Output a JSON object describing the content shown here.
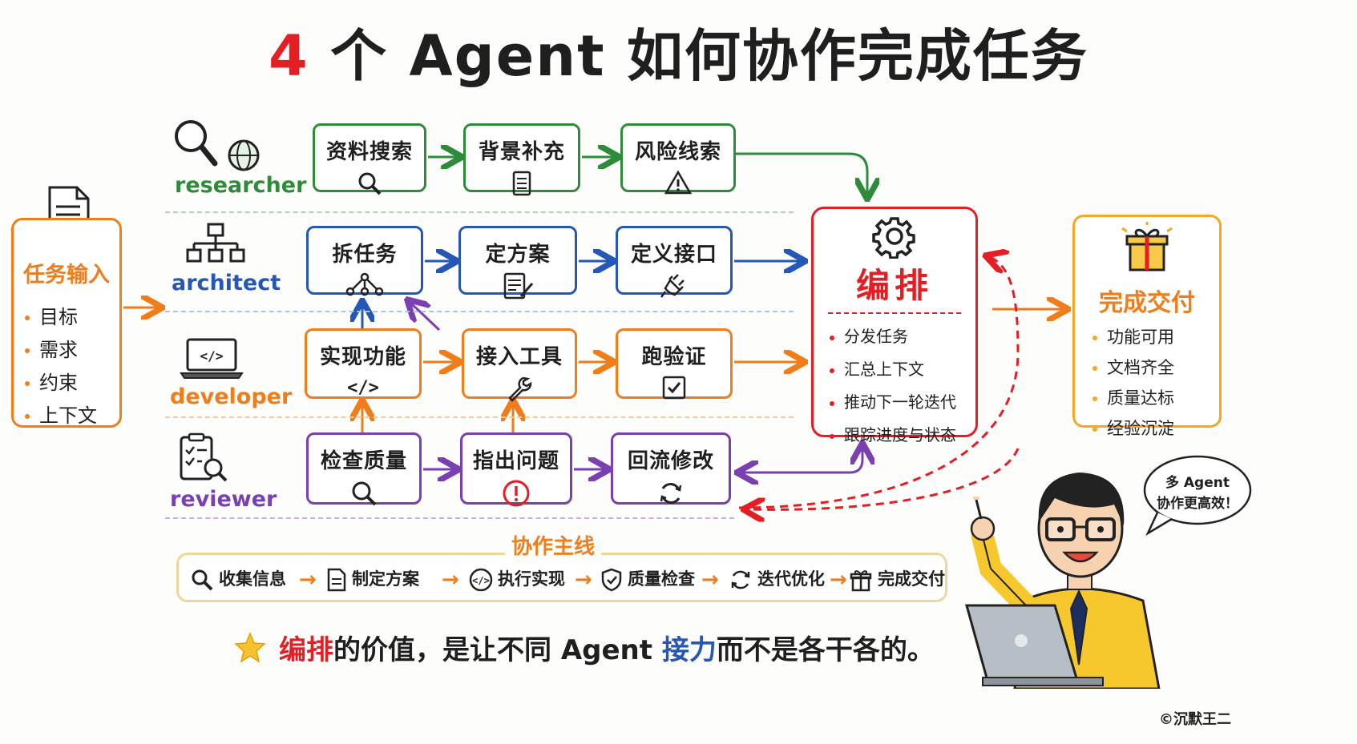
{
  "title": {
    "number": "4",
    "text": "个 Agent 如何协作完成任务"
  },
  "roles": {
    "researcher": "researcher",
    "architect": "architect",
    "developer": "developer",
    "reviewer": "reviewer"
  },
  "input": {
    "title": "任务输入",
    "items": [
      "目标",
      "需求",
      "约束",
      "上下文"
    ]
  },
  "researcher_row": [
    "资料搜索",
    "背景补充",
    "风险线索"
  ],
  "architect_row": [
    "拆任务",
    "定方案",
    "定义接口"
  ],
  "developer_row": [
    "实现功能",
    "接入工具",
    "跑验证"
  ],
  "reviewer_row": [
    "检查质量",
    "指出问题",
    "回流修改"
  ],
  "orchestrator": {
    "title": "编排",
    "items": [
      "分发任务",
      "汇总上下文",
      "推动下一轮迭代",
      "跟踪进度与状态"
    ]
  },
  "delivery": {
    "title": "完成交付",
    "items": [
      "功能可用",
      "文档齐全",
      "质量达标",
      "经验沉淀"
    ]
  },
  "mainline": {
    "title": "协作主线",
    "steps": [
      "收集信息",
      "制定方案",
      "执行实现",
      "质量检查",
      "迭代优化",
      "完成交付"
    ]
  },
  "summary": {
    "part1": "编排",
    "part2": "的价值，是让不同 Agent ",
    "part3": "接力",
    "part4": "而不是各干各的。"
  },
  "speech": {
    "line1": "多 Agent",
    "line2": "协作更高效！"
  },
  "credit": "©沉默王二",
  "colors": {
    "red": "#e31e24",
    "green": "#2e8b3a",
    "blue": "#2457b6",
    "orange": "#ef7d1a",
    "purple": "#7a3fb0",
    "yellow": "#f5a623"
  },
  "icons": {
    "researcher": [
      "magnifier-icon",
      "globe-icon"
    ],
    "architect": "hierarchy-icon",
    "developer": "laptop-code-icon",
    "reviewer": "checklist-icon",
    "orchestrator": "gear-icon",
    "delivery": "gift-icon"
  }
}
